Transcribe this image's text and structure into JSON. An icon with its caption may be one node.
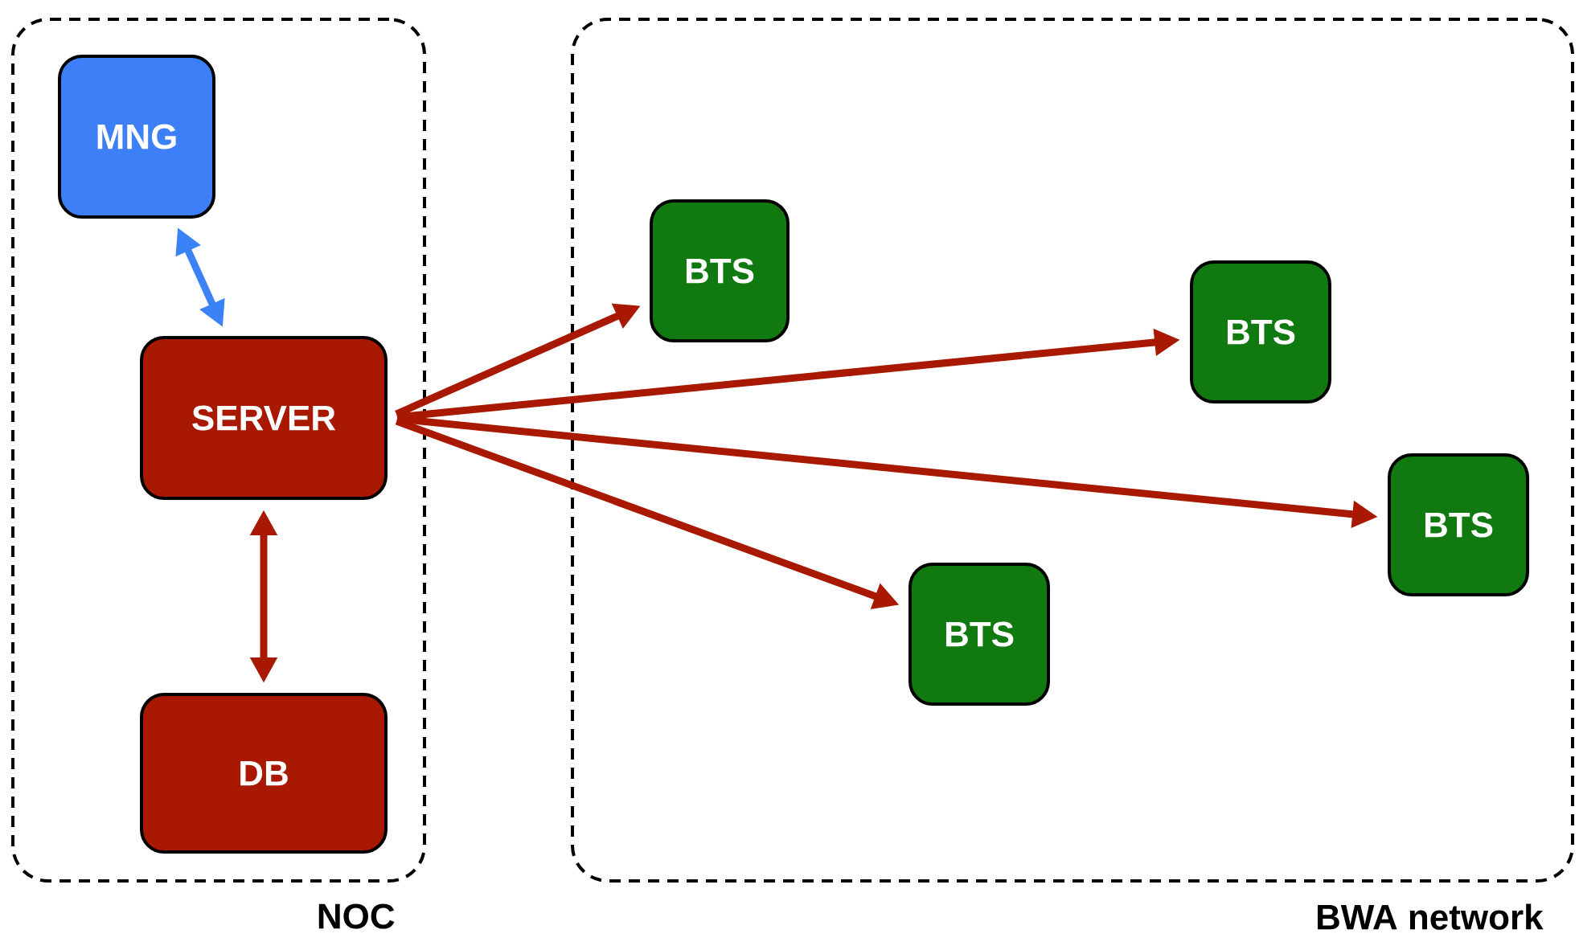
{
  "diagram": {
    "nodes": [
      {
        "text": [
          "NOC"
        ]
      },
      {
        "text": [
          "BWA network"
        ]
      },
      {
        "text": [
          "MNG"
        ],
        "in": 0
      },
      {
        "text": [
          "SERVER"
        ],
        "in": 0
      },
      {
        "text": [
          "DB"
        ],
        "in": 0
      },
      {
        "text": [
          "BTS"
        ],
        "in": 1
      },
      {
        "text": [
          "BTS"
        ],
        "in": 1
      },
      {
        "text": [
          "BTS"
        ],
        "in": 1
      },
      {
        "text": [
          "BTS"
        ],
        "in": 1
      }
    ],
    "edges": [
      {
        "from": 2,
        "to": 3,
        "arrow": "both",
        "color": "#3b82f6"
      },
      {
        "from": 3,
        "to": 4,
        "arrow": "both"
      },
      {
        "from": 3,
        "to": 5,
        "arrow": "to"
      },
      {
        "from": 3,
        "to": 6,
        "arrow": "to"
      },
      {
        "from": 3,
        "to": 7,
        "arrow": "to"
      },
      {
        "from": 3,
        "to": 8,
        "arrow": "to"
      }
    ]
  }
}
